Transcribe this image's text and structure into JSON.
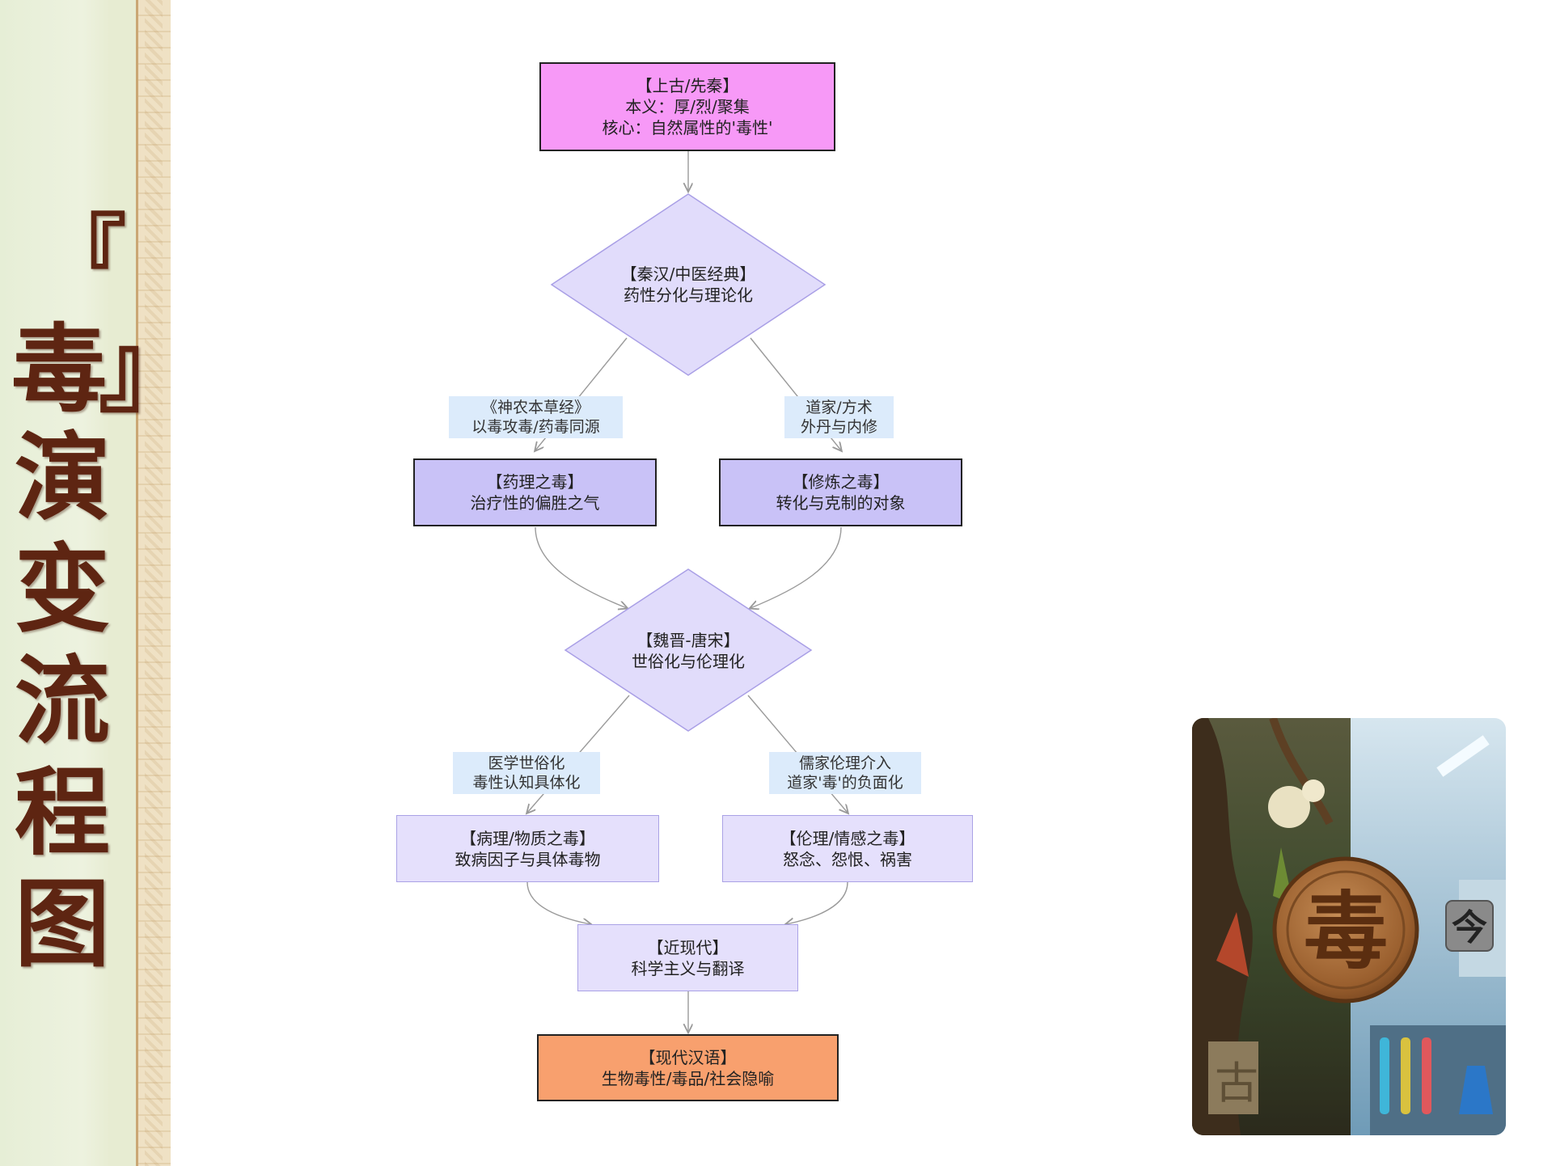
{
  "sidebar": {
    "title_chars": [
      "『",
      "毒』",
      "演",
      "变",
      "流",
      "程",
      "图"
    ]
  },
  "flow": {
    "node1": {
      "line1": "【上古/先秦】",
      "line2": "本义：厚/烈/聚集",
      "line3": "核心：自然属性的'毒性'"
    },
    "node2": {
      "line1": "【秦汉/中医经典】",
      "line2": "药性分化与理论化"
    },
    "edge_left_1": {
      "line1": "《神农本草经》",
      "line2": "以毒攻毒/药毒同源"
    },
    "edge_right_1": {
      "line1": "道家/方术",
      "line2": "外丹与内修"
    },
    "node3": {
      "line1": "【药理之毒】",
      "line2": "治疗性的偏胜之气"
    },
    "node4": {
      "line1": "【修炼之毒】",
      "line2": "转化与克制的对象"
    },
    "node5": {
      "line1": "【魏晋-唐宋】",
      "line2": "世俗化与伦理化"
    },
    "edge_left_2": {
      "line1": "医学世俗化",
      "line2": "毒性认知具体化"
    },
    "edge_right_2": {
      "line1": "儒家伦理介入",
      "line2": "道家'毒'的负面化"
    },
    "node6": {
      "line1": "【病理/物质之毒】",
      "line2": "致病因子与具体毒物"
    },
    "node7": {
      "line1": "【伦理/情感之毒】",
      "line2": "怒念、怨恨、祸害"
    },
    "node8": {
      "line1": "【近现代】",
      "line2": "科学主义与翻译"
    },
    "node9": {
      "line1": "【现代汉语】",
      "line2": "生物毒性/毒品/社会隐喻"
    }
  },
  "illustration": {
    "medallion_char": "毒",
    "right_badge_char": "今",
    "left_badge_char": "古"
  },
  "colors": {
    "node1_fill": "#f799f7",
    "node9_fill": "#f8a06e",
    "diamond_fill": "#e1dcfb",
    "violet_box_fill": "#c9c2f7",
    "light_box_fill": "#e5e0fc",
    "edge_label_fill": "#dcebfb",
    "title_color": "#5e2512"
  }
}
